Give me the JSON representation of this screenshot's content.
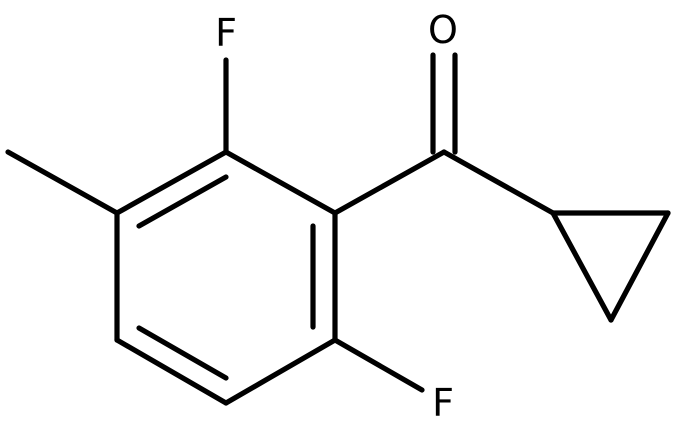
{
  "structure": {
    "atoms": [
      {
        "id": "O",
        "symbol": "O"
      },
      {
        "id": "F_top",
        "symbol": "F"
      },
      {
        "id": "F_bottom",
        "symbol": "F"
      }
    ]
  },
  "colors": {
    "bond": "#000000",
    "label": "#000000",
    "background": "#ffffff"
  }
}
